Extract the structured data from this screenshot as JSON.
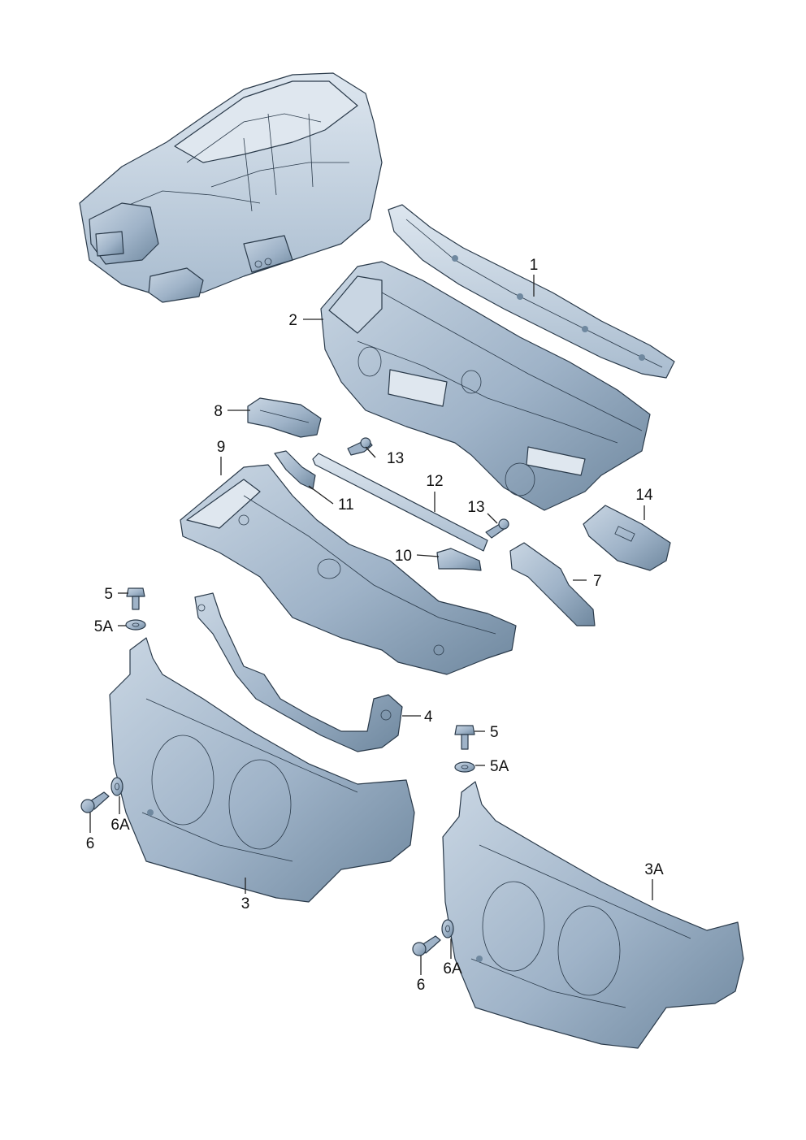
{
  "colors": {
    "background": "#ffffff",
    "part_fill": "#9fb3c8",
    "part_light": "#c9d6e3",
    "part_dark": "#6f889f",
    "outline": "#2a3a4a",
    "label": "#111111"
  },
  "callouts": {
    "c1": "1",
    "c2": "2",
    "c3": "3",
    "c3a": "3A",
    "c4": "4",
    "c5_left": "5",
    "c5_right": "5",
    "c5a_left": "5A",
    "c5a_right": "5A",
    "c6_left": "6",
    "c6_right": "6",
    "c6a_left": "6A",
    "c6a_right": "6A",
    "c7": "7",
    "c8": "8",
    "c9": "9",
    "c10": "10",
    "c11": "11",
    "c12": "12",
    "c13_top": "13",
    "c13_mid": "13",
    "c14": "14"
  }
}
